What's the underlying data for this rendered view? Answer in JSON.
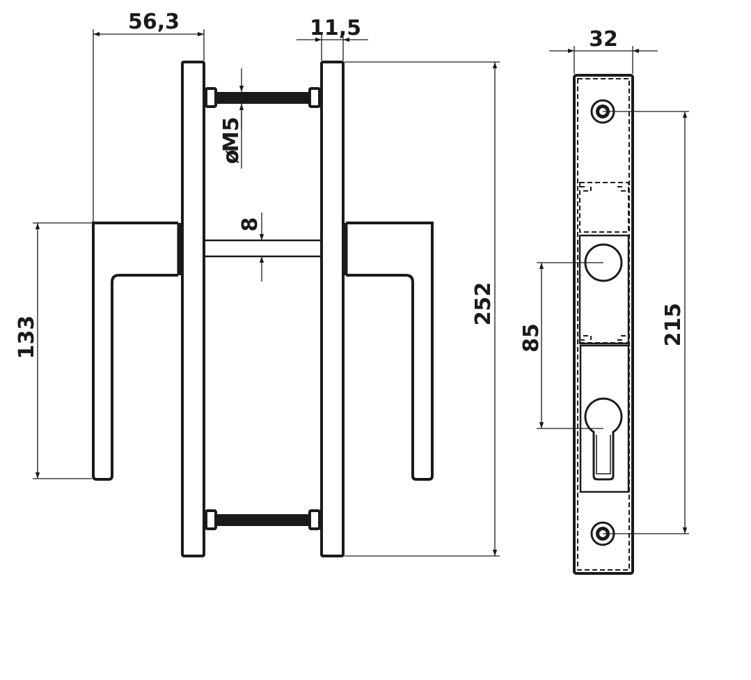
{
  "dimensions": {
    "handle_projection": "56,3",
    "rose_thickness": "11,5",
    "plate_width": "32",
    "screw_thread": "M5",
    "screw_diameter_symbol": "ø",
    "spindle_size": "8",
    "plate_length": "252",
    "handle_height": "133",
    "center_distance": "85",
    "screw_spacing": "215"
  },
  "colors": {
    "line": "#1a1a1a",
    "background": "#ffffff"
  }
}
